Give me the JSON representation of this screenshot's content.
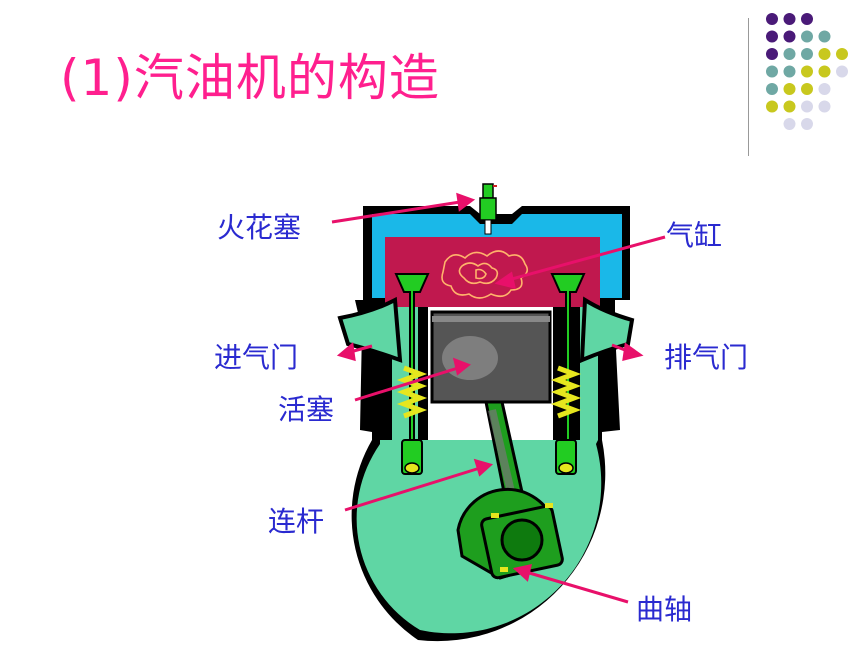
{
  "title": "(1)汽油机的构造",
  "labels": {
    "spark_plug": "火花塞",
    "cylinder": "气缸",
    "intake_valve": "进气门",
    "exhaust_valve": "排气门",
    "piston": "活塞",
    "connecting_rod": "连杆",
    "crankshaft": "曲轴"
  },
  "colors": {
    "title": "#ff1f8e",
    "label_text": "#2a2ad0",
    "pointer": "#e8106a",
    "water_jacket": "#1ab8e8",
    "combustion_chamber": "#c0184e",
    "engine_block": "#5fd6a4",
    "valve": "#22cc22",
    "piston": "#555555",
    "spring": "#e6e61e",
    "crank": "#1e9e1e",
    "dot_purple": "#4a1a78",
    "dot_teal": "#6fa8a4",
    "dot_yellow": "#c8c81e",
    "dot_lavender": "#d8d8ea"
  },
  "decoration": {
    "dot_rows": [
      [
        "purple",
        "purple",
        "purple",
        "none",
        "none"
      ],
      [
        "purple",
        "purple",
        "teal",
        "teal",
        "none"
      ],
      [
        "purple",
        "teal",
        "teal",
        "yellow",
        "yellow"
      ],
      [
        "teal",
        "teal",
        "yellow",
        "yellow",
        "lavender"
      ],
      [
        "teal",
        "yellow",
        "yellow",
        "lavender",
        "none"
      ],
      [
        "yellow",
        "yellow",
        "lavender",
        "lavender",
        "none"
      ],
      [
        "none",
        "lavender",
        "lavender",
        "none",
        "none"
      ]
    ]
  }
}
